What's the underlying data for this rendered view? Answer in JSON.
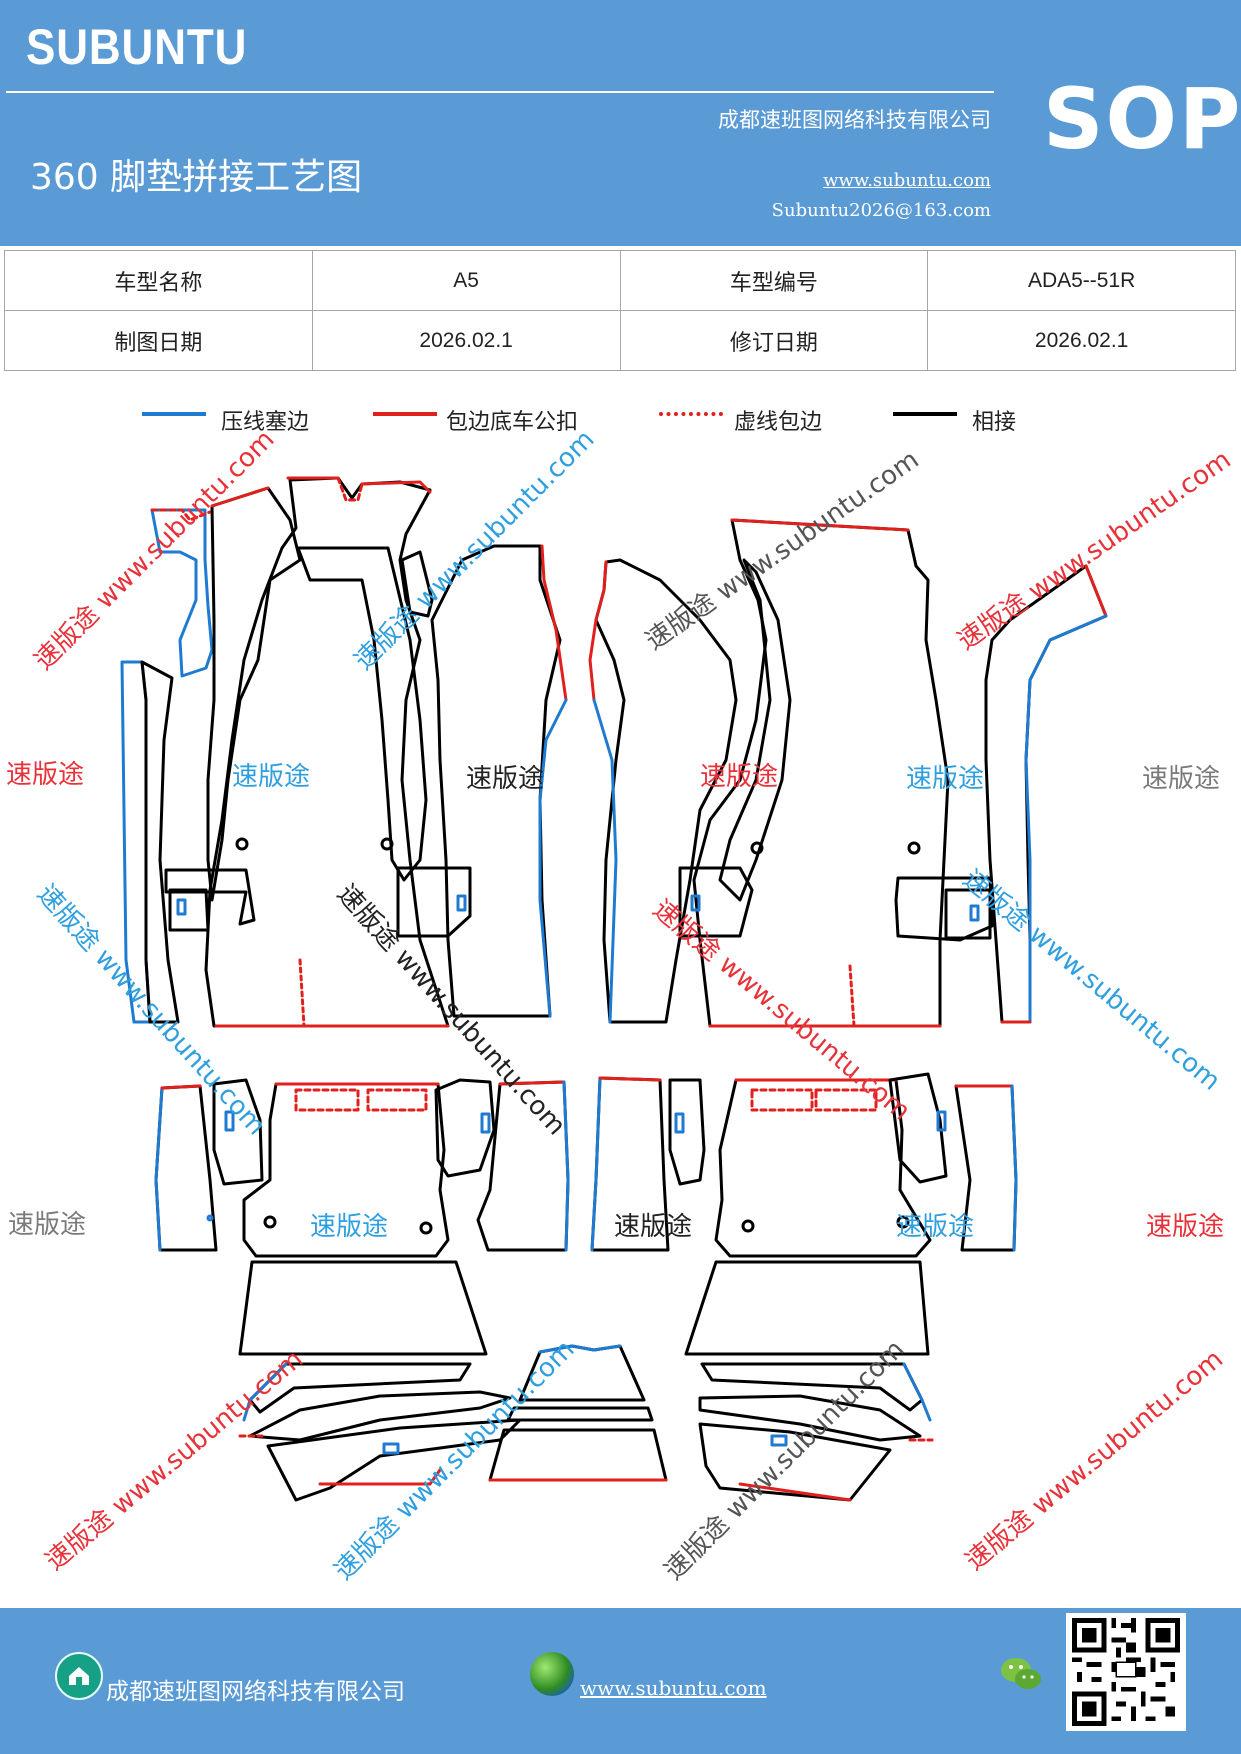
{
  "header": {
    "brand": "SUBUNTU",
    "title": "360 脚垫拼接工艺图",
    "company": "成都速班图网络科技有限公司",
    "website": "www.subuntu.com",
    "email": "Subuntu2026@163.com",
    "sop": "SOP"
  },
  "info_table": {
    "rows": [
      {
        "label1": "车型名称",
        "value1": "A5",
        "label2": "车型编号",
        "value2": "ADA5--51R"
      },
      {
        "label1": "制图日期",
        "value1": "2026.02.1",
        "label2": "修订日期",
        "value2": "2026.02.1"
      }
    ]
  },
  "legend": [
    {
      "label": "压线塞边",
      "color": "#1f7bd1",
      "style": "solid"
    },
    {
      "label": "包边底车公扣",
      "color": "#e0201c",
      "style": "solid"
    },
    {
      "label": "虚线包边",
      "color": "#e0201c",
      "style": "dotted"
    },
    {
      "label": "相接",
      "color": "#000000",
      "style": "solid"
    }
  ],
  "watermarks": {
    "brand_text": "速版途",
    "url_text": "www.subuntu.com",
    "combined_text": "速版途 www.subuntu.com"
  },
  "footer": {
    "company": "成都速班图网络科技有限公司",
    "website": "www.subuntu.com",
    "icons": [
      "home-icon",
      "globe-icon",
      "wechat-icon",
      "qr-code"
    ]
  },
  "colors": {
    "header_bg": "#5b9bd5",
    "blue_edge": "#1f7bd1",
    "red_edge": "#e0201c",
    "black_edge": "#000000",
    "wm_red": "#e8323a",
    "wm_blue": "#2f9fe0",
    "wm_gray": "#7a7a7a"
  }
}
